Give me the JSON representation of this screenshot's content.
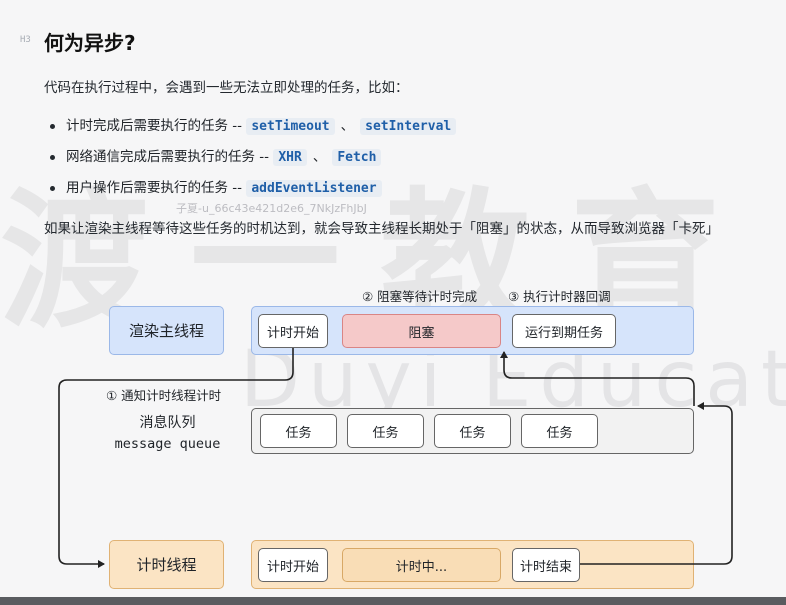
{
  "heading": {
    "tag": "H3",
    "title": "何为异步?"
  },
  "intro": "代码在执行过程中，会遇到一些无法立即处理的任务，比如：",
  "bullets": [
    {
      "text": "计时完成后需要执行的任务 --",
      "codes": [
        "setTimeout",
        "setInterval"
      ],
      "sep": "、"
    },
    {
      "text": "网络通信完成后需要执行的任务 --",
      "codes": [
        "XHR",
        "Fetch"
      ],
      "sep": "、"
    },
    {
      "text": "用户操作后需要执行的任务 --",
      "codes": [
        "addEventListener"
      ]
    }
  ],
  "explain": "如果让渲染主线程等待这些任务的时机达到，就会导致主线程长期处于「阻塞」的状态，从而导致浏览器「卡死」",
  "watermark": {
    "big": "渡一教育",
    "en": "Duyi Education",
    "id": "子夏-u_66c43e421d2e6_7NkJzFhJbJ"
  },
  "diagram": {
    "main_thread": {
      "label": "渲染主线程",
      "cells": [
        "计时开始",
        "阻塞",
        "运行到期任务"
      ]
    },
    "notes": {
      "block": "② 阻塞等待计时完成",
      "run": "③ 执行计时器回调",
      "notify": "① 通知计时线程计时"
    },
    "queue": {
      "label": "消息队列",
      "label_en": "message queue",
      "cells": [
        "任务",
        "任务",
        "任务",
        "任务"
      ]
    },
    "timer_thread": {
      "label": "计时线程",
      "cells": [
        "计时开始",
        "计时中...",
        "计时结束"
      ]
    }
  },
  "colors": {
    "main_lane": "#d6e4fb",
    "blocked": "#f5c9c9",
    "timer_lane": "#fbe4c4",
    "code_text": "#1f5fa8"
  }
}
